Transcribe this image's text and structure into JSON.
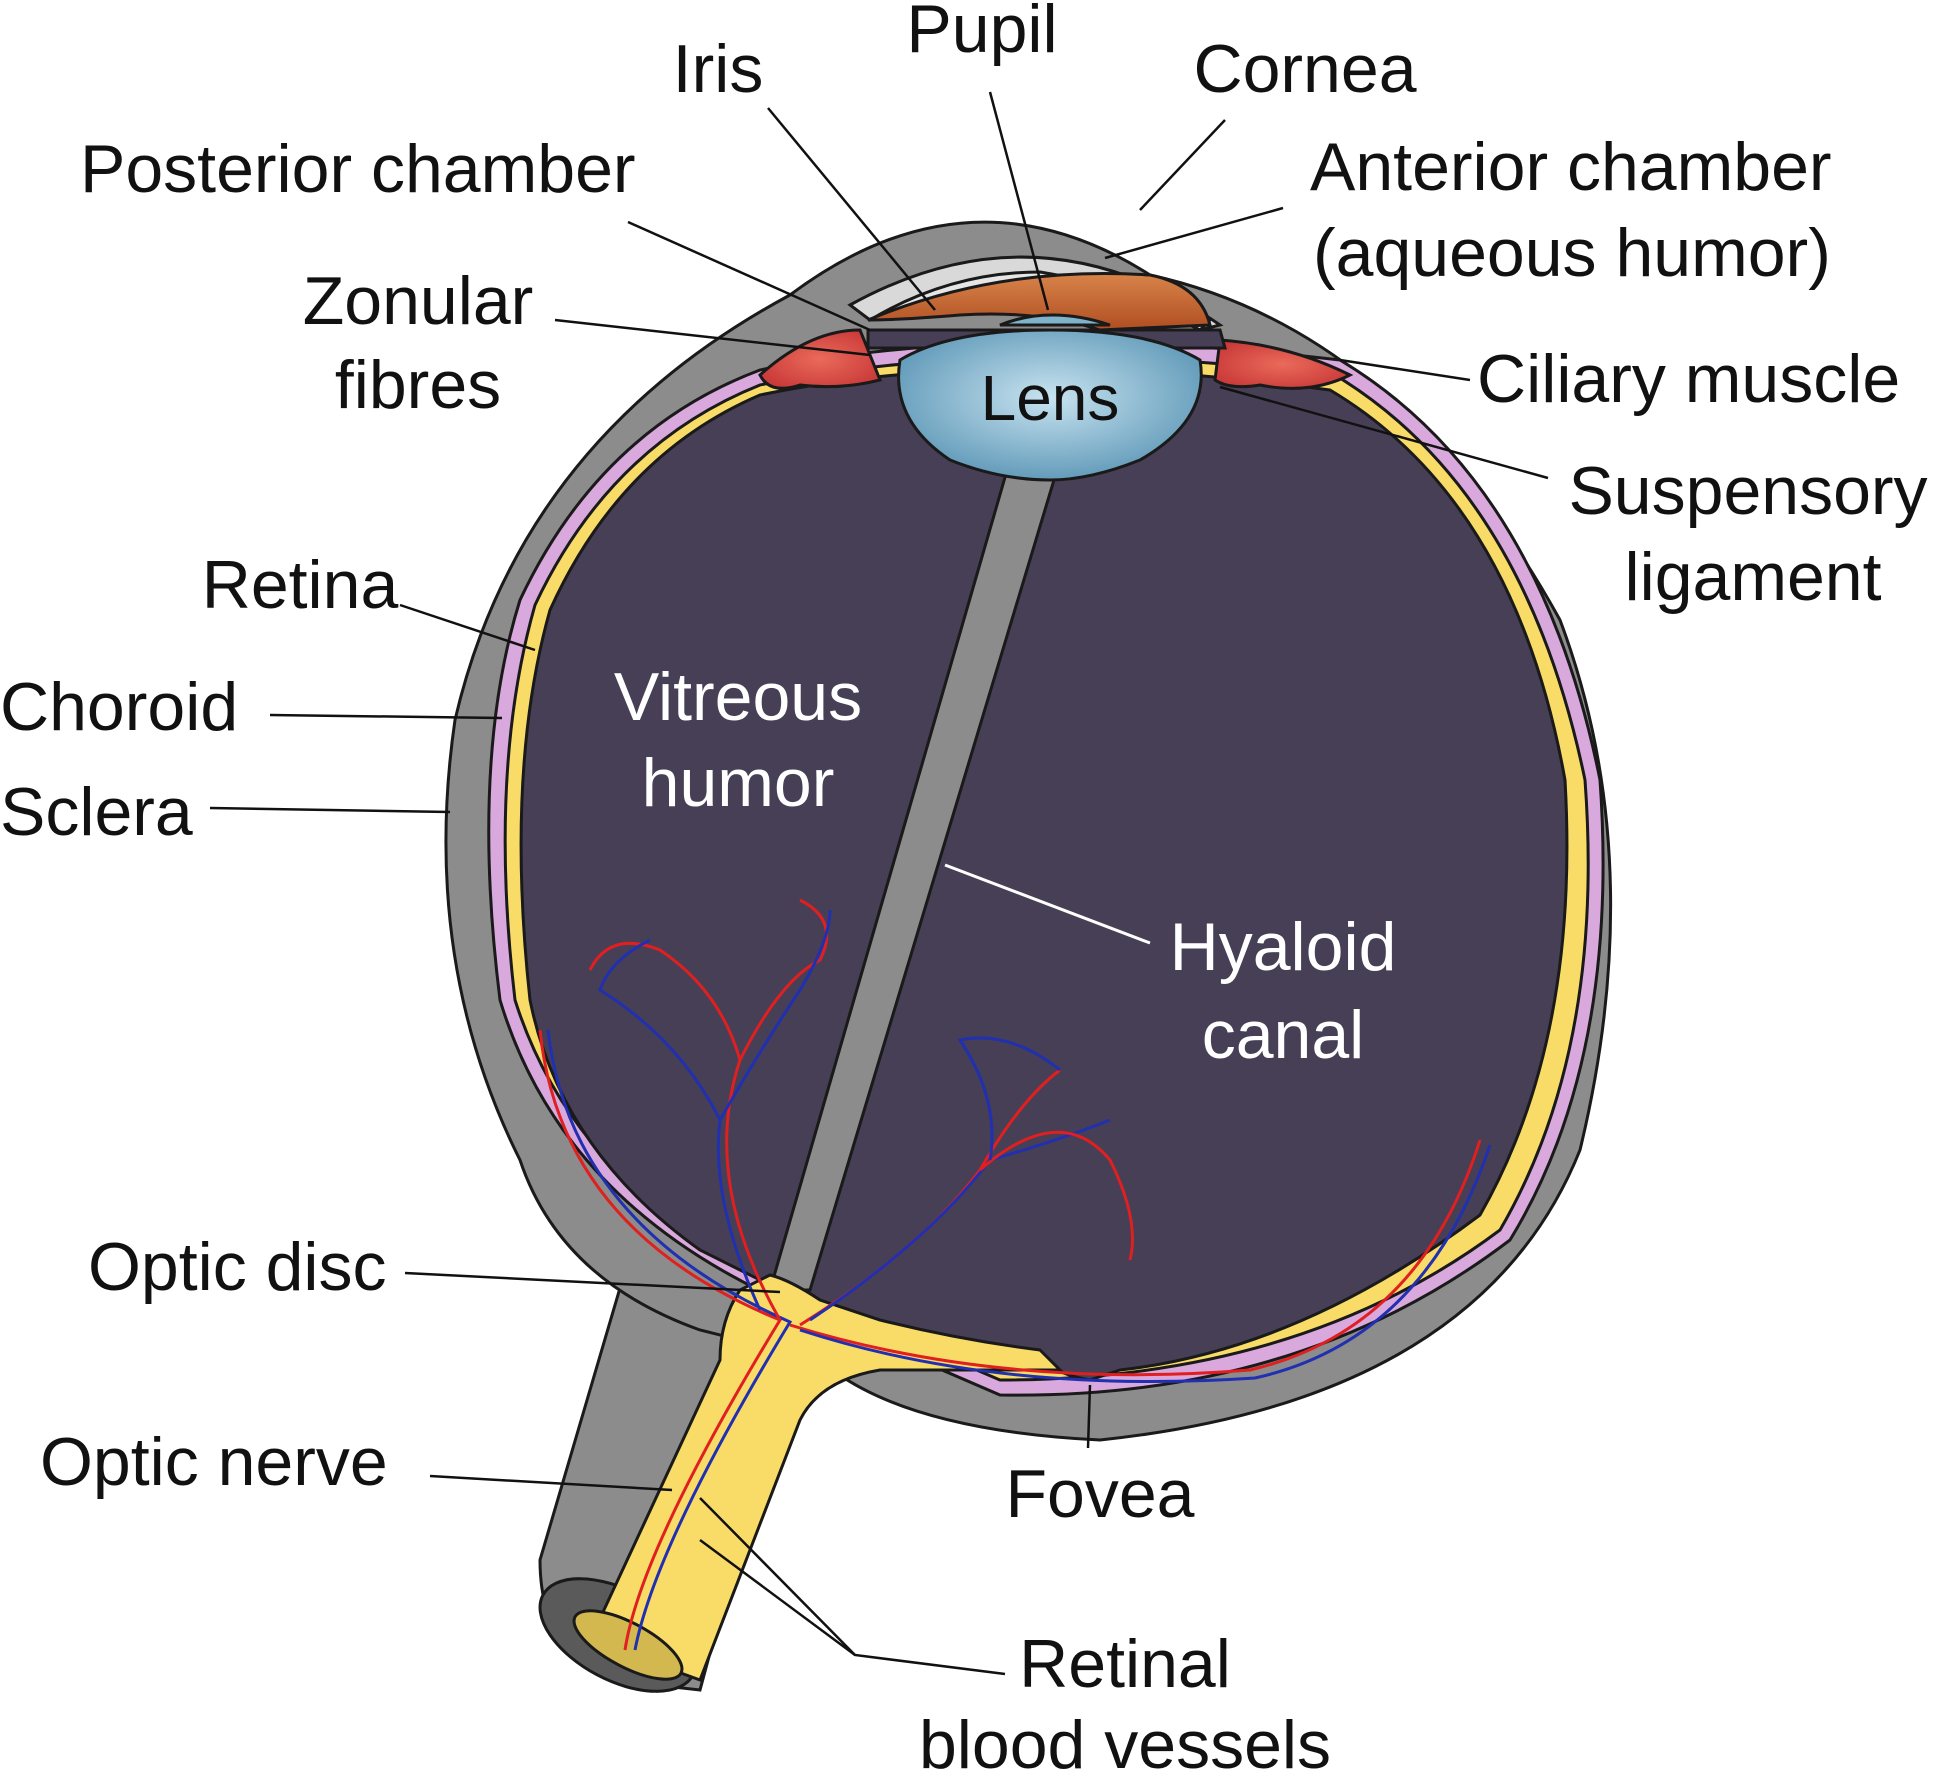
{
  "labels": {
    "pupil": "Pupil",
    "iris": "Iris",
    "cornea": "Cornea",
    "posterior_chamber": "Posterior chamber",
    "anterior_chamber_1": "Anterior chamber",
    "anterior_chamber_2": "(aqueous humor)",
    "zonular_1": "Zonular",
    "zonular_2": "fibres",
    "ciliary_muscle": "Ciliary muscle",
    "suspensory_1": "Suspensory",
    "suspensory_2": "ligament",
    "lens": "Lens",
    "retina": "Retina",
    "choroid": "Choroid",
    "sclera": "Sclera",
    "vitreous_1": "Vitreous",
    "vitreous_2": "humor",
    "hyaloid_1": "Hyaloid",
    "hyaloid_2": "canal",
    "optic_disc": "Optic disc",
    "optic_nerve": "Optic nerve",
    "fovea": "Fovea",
    "retinal_1": "Retinal",
    "retinal_2": "blood vessels"
  },
  "colors": {
    "sclera": "#8c8c8c",
    "choroid": "#d9a8dc",
    "retina": "#f9dc68",
    "vitreous": "#463f55",
    "cornea": "#d9d9d9",
    "iris": "#c8602c",
    "lens": "#7fb3cc",
    "ciliary": "#d84848",
    "artery": "#e02020",
    "vein": "#2030b0"
  }
}
